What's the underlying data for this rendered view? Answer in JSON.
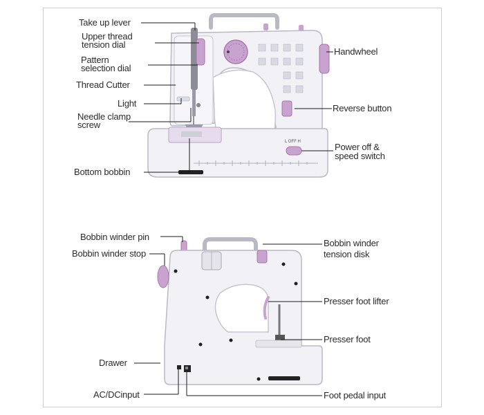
{
  "colors": {
    "body": "#f1f1f6",
    "outline": "#b9b9c6",
    "accent": "#c9a3cf",
    "accent_dark": "#a877ae",
    "line": "#1a1a1a",
    "text": "#2b2b2b"
  },
  "front_view": {
    "labels": {
      "take_up_lever": "Take up lever",
      "upper_thread_tension_dial_1": "Upper thread",
      "upper_thread_tension_dial_2": "tension dial",
      "pattern_selection_dial_1": "Pattern",
      "pattern_selection_dial_2": "selection dial",
      "thread_cutter": "Thread Cutter",
      "light": "Light",
      "needle_clamp_screw_1": "Needle clamp",
      "needle_clamp_screw_2": "screw",
      "bottom_bobbin": "Bottom bobbin",
      "handwheel": "Handwheel",
      "reverse_button": "Reverse button",
      "power_switch_1": "Power off &",
      "power_switch_2": "speed switch"
    },
    "switch_markings": "L  OFF  H"
  },
  "back_view": {
    "labels": {
      "bobbin_winder_pin": "Bobbin winder pin",
      "bobbin_winder_stop": "Bobbin winder stop",
      "drawer": "Drawer",
      "ac_dc_input": "AC/DCinput",
      "bobbin_winder_tension_disk_1": "Bobbin winder",
      "bobbin_winder_tension_disk_2": "tension disk",
      "presser_foot_lifter": "Presser foot lifter",
      "presser_foot": "Presser foot",
      "foot_pedal_input": "Foot pedal input"
    }
  }
}
